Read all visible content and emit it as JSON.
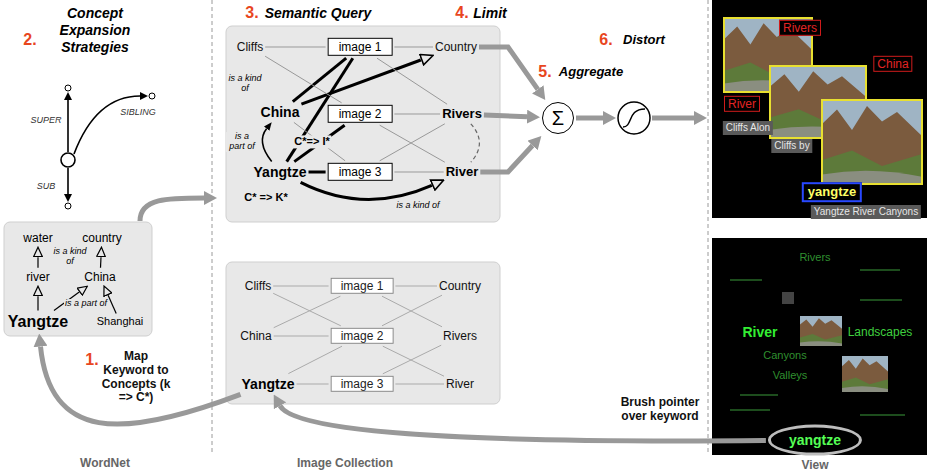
{
  "diagram": {
    "nodes": [
      {
        "text": [
          "water"
        ]
      },
      {
        "text": [
          "country"
        ]
      },
      {
        "text": [
          "river"
        ]
      },
      {
        "text": [
          "China"
        ]
      },
      {
        "text": [
          "Yangtze"
        ]
      },
      {
        "text": [
          "Shanghai"
        ]
      },
      {
        "text": [
          "Cliffs"
        ]
      },
      {
        "text": [
          "image 1"
        ]
      },
      {
        "text": [
          "Country"
        ]
      },
      {
        "text": [
          "China"
        ]
      },
      {
        "text": [
          "image 2"
        ]
      },
      {
        "text": [
          "Rivers"
        ]
      },
      {
        "text": [
          "Yangtze"
        ]
      },
      {
        "text": [
          "image 3"
        ]
      },
      {
        "text": [
          "River"
        ]
      },
      {
        "text": [
          "Σ"
        ]
      },
      {
        "text": [
          "Cliffs"
        ]
      },
      {
        "text": [
          "image 1"
        ]
      },
      {
        "text": [
          "Country"
        ]
      },
      {
        "text": [
          "China"
        ]
      },
      {
        "text": [
          "image 2"
        ]
      },
      {
        "text": [
          "Rivers"
        ]
      },
      {
        "text": [
          "Yangtze"
        ]
      },
      {
        "text": [
          "image 3"
        ]
      },
      {
        "text": [
          "River"
        ]
      },
      {
        "text": [
          "Rivers"
        ]
      },
      {
        "text": [
          "China"
        ]
      },
      {
        "text": [
          "River"
        ]
      },
      {
        "text": [
          "Cliffs Alon"
        ]
      },
      {
        "text": [
          "Cliffs by"
        ]
      },
      {
        "text": [
          "yangtze"
        ]
      },
      {
        "text": [
          "Yangtze River Canyons"
        ]
      },
      {
        "text": [
          "yangtze"
        ]
      }
    ],
    "edges": [
      {
        "from": 2,
        "to": 0,
        "arrow": "to"
      },
      {
        "from": 3,
        "to": 1,
        "arrow": "to"
      },
      {
        "from": 4,
        "to": 2,
        "arrow": "to"
      },
      {
        "from": 4,
        "to": 3,
        "arrow": "to"
      },
      {
        "from": 5,
        "to": 3,
        "arrow": "to"
      },
      {
        "from": 9,
        "to": 8,
        "arrow": "to"
      },
      {
        "from": 12,
        "to": 9,
        "arrow": "to"
      },
      {
        "from": 12,
        "to": 14,
        "arrow": "to"
      },
      {
        "from": 9,
        "to": 7,
        "arrow": "none"
      },
      {
        "from": 12,
        "to": 7,
        "arrow": "none"
      },
      {
        "from": 12,
        "to": 10,
        "arrow": "none"
      },
      {
        "from": 12,
        "to": 13,
        "arrow": "none"
      },
      {
        "from": 6,
        "to": 7,
        "arrow": "none"
      },
      {
        "from": 6,
        "to": 10,
        "arrow": "none"
      },
      {
        "from": 7,
        "to": 8,
        "arrow": "none"
      },
      {
        "from": 7,
        "to": 11,
        "arrow": "none"
      },
      {
        "from": 10,
        "to": 11,
        "arrow": "none"
      },
      {
        "from": 10,
        "to": 14,
        "arrow": "none"
      },
      {
        "from": 13,
        "to": 11,
        "arrow": "none"
      },
      {
        "from": 13,
        "to": 14,
        "arrow": "none"
      },
      {
        "from": 9,
        "to": 13,
        "arrow": "none"
      },
      {
        "from": 11,
        "to": 14,
        "arrow": "none"
      },
      {
        "from": 8,
        "to": 15,
        "arrow": "to"
      },
      {
        "from": 11,
        "to": 15,
        "arrow": "to"
      },
      {
        "from": 14,
        "to": 15,
        "arrow": "to"
      },
      {
        "from": 16,
        "to": 17,
        "arrow": "none"
      },
      {
        "from": 19,
        "to": 17,
        "arrow": "none"
      },
      {
        "from": 19,
        "to": 20,
        "arrow": "none"
      },
      {
        "from": 22,
        "to": 20,
        "arrow": "none"
      },
      {
        "from": 22,
        "to": 23,
        "arrow": "none"
      },
      {
        "from": 17,
        "to": 18,
        "arrow": "none"
      },
      {
        "from": 17,
        "to": 21,
        "arrow": "none"
      },
      {
        "from": 20,
        "to": 18,
        "arrow": "none"
      },
      {
        "from": 20,
        "to": 24,
        "arrow": "none"
      },
      {
        "from": 23,
        "to": 21,
        "arrow": "none"
      },
      {
        "from": 23,
        "to": 24,
        "arrow": "none"
      },
      {
        "from": 16,
        "to": 20,
        "arrow": "none"
      },
      {
        "from": 22,
        "to": 4,
        "arrow": "to"
      },
      {
        "from": 32,
        "to": 22,
        "arrow": "to"
      }
    ],
    "labels": [
      "2.",
      "Concept Expansion Strategies",
      "SUPER",
      "SIBLING",
      "SUB",
      "is a kind of",
      "is a part of",
      "1.",
      "Map Keyword to Concepts (k => C*)",
      "WordNet",
      "3.",
      "Semantic Query",
      "4.",
      "Limit",
      "is a kind of",
      "is a part of",
      "C*=> I*",
      "C* => K*",
      "is a kind of",
      "5.",
      "Aggregate",
      "6.",
      "Distort",
      "Image Collection",
      "Rivers",
      "River",
      "Landscapes",
      "Canyons",
      "Valleys",
      "Brush pointer over keyword",
      "View"
    ]
  }
}
